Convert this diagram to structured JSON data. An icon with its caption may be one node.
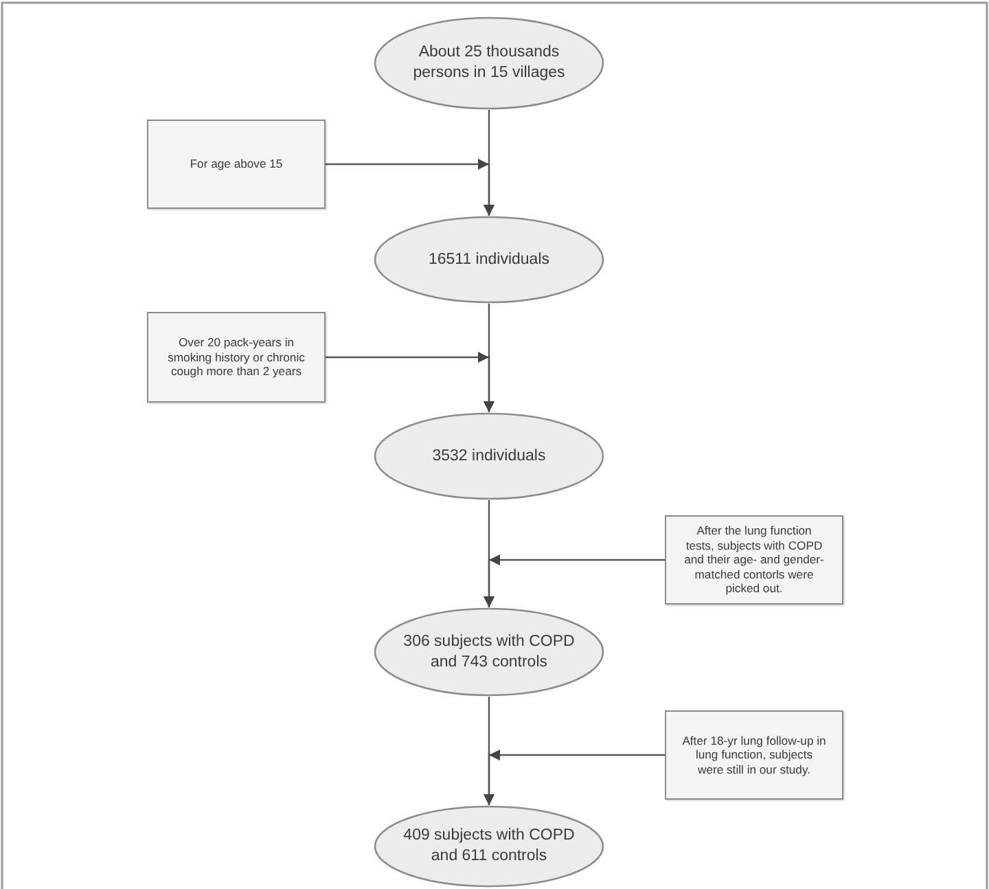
{
  "diagram": {
    "nodes": [
      {
        "text": [
          "About 25 thousands persons in 15 villages"
        ]
      },
      {
        "text": [
          "For age above 15"
        ]
      },
      {
        "text": [
          "16511 individuals"
        ]
      },
      {
        "text": [
          "Over 20 pack-years in smoking history or chronic cough more than 2 years"
        ]
      },
      {
        "text": [
          "3532 individuals"
        ]
      },
      {
        "text": [
          "After the lung function tests, subjects with COPD and their age- and gender-matched contorls were picked out."
        ]
      },
      {
        "text": [
          "306 subjects with COPD and 743 controls"
        ]
      },
      {
        "text": [
          "After 18-yr lung follow-up in lung function, subjects were still in our study."
        ]
      },
      {
        "text": [
          "409 subjects with COPD and 611 controls"
        ]
      }
    ],
    "edges": [
      {
        "from": 0,
        "to": 2,
        "arrow": "to"
      },
      {
        "from": 1,
        "to": 2,
        "arrow": "to"
      },
      {
        "from": 2,
        "to": 4,
        "arrow": "to"
      },
      {
        "from": 3,
        "to": 4,
        "arrow": "to"
      },
      {
        "from": 4,
        "to": 6,
        "arrow": "to"
      },
      {
        "from": 5,
        "to": 6,
        "arrow": "to"
      },
      {
        "from": 6,
        "to": 8,
        "arrow": "to"
      },
      {
        "from": 7,
        "to": 8,
        "arrow": "to"
      }
    ]
  }
}
